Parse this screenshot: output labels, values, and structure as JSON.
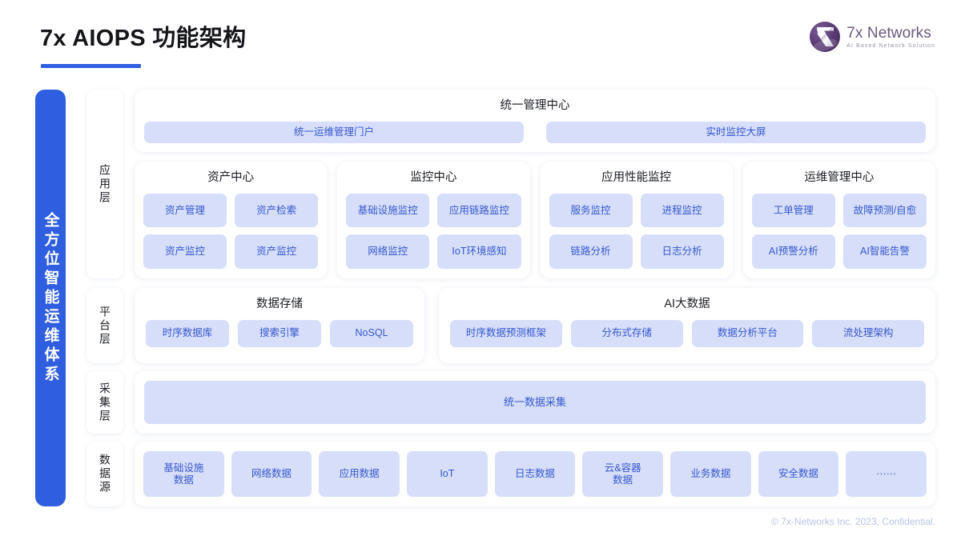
{
  "header": {
    "title": "7x AIOPS 功能架构",
    "accent_color": "#2f5ee0",
    "logo": {
      "name": "7x Networks",
      "tagline": "AI Based Network Solution",
      "mark_color": "#5b3a74"
    }
  },
  "spine": {
    "label": "全方位智能运维体系",
    "color": "#2f5ee0"
  },
  "layers": [
    {
      "key": "application",
      "label": "应用层"
    },
    {
      "key": "platform",
      "label": "平台层"
    },
    {
      "key": "collection",
      "label": "采集层"
    },
    {
      "key": "datasource",
      "label": "数据源"
    }
  ],
  "unified_management_center": {
    "title": "统一管理中心",
    "items": [
      {
        "label": "统一运维管理门户"
      },
      {
        "label": "实时监控大屏"
      }
    ]
  },
  "application_cards": [
    {
      "title": "资产中心",
      "items": [
        "资产管理",
        "资产检索",
        "资产监控",
        "资产监控"
      ]
    },
    {
      "title": "监控中心",
      "items": [
        "基础设施监控",
        "应用链路监控",
        "网络监控",
        "IoT环境感知"
      ]
    },
    {
      "title": "应用性能监控",
      "items": [
        "服务监控",
        "进程监控",
        "链路分析",
        "日志分析"
      ]
    },
    {
      "title": "运维管理中心",
      "items": [
        "工单管理",
        "故障预测/自愈",
        "AI预警分析",
        "AI智能告警"
      ]
    }
  ],
  "platform_cards": [
    {
      "title": "数据存储",
      "items": [
        "时序数据库",
        "搜索引擎",
        "NoSQL"
      ]
    },
    {
      "title": "AI大数据",
      "items": [
        "时序数据预测框架",
        "分布式存储",
        "数据分析平台",
        "流处理架构"
      ]
    }
  ],
  "collection_layer": {
    "label": "统一数据采集"
  },
  "data_sources": {
    "items": [
      {
        "line1": "基础设施",
        "line2": "数据"
      },
      {
        "line1": "网络数据",
        "line2": ""
      },
      {
        "line1": "应用数据",
        "line2": ""
      },
      {
        "line1": "IoT",
        "line2": ""
      },
      {
        "line1": "日志数据",
        "line2": ""
      },
      {
        "line1": "云&容器",
        "line2": "数据"
      },
      {
        "line1": "业务数据",
        "line2": ""
      },
      {
        "line1": "安全数据",
        "line2": ""
      },
      {
        "line1": "······",
        "line2": ""
      }
    ]
  },
  "footer": {
    "copyright": "© 7x-Networks Inc. 2023, Confidential."
  },
  "palette": {
    "pill_bg": "#d7defa",
    "pill_text": "#3558cf",
    "card_bg": "#ffffff",
    "page_bg": "#ffffff"
  }
}
